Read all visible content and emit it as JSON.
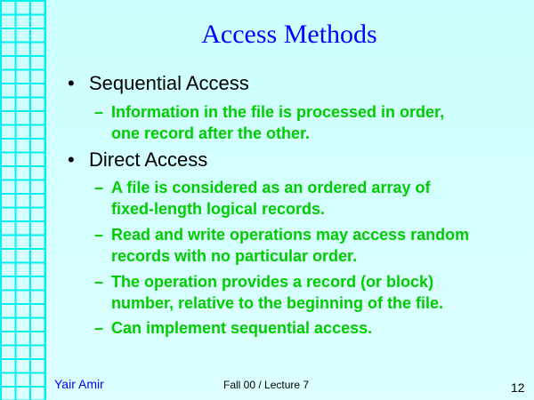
{
  "slide": {
    "title": "Access Methods",
    "bullets": [
      {
        "text": "Sequential Access",
        "sub": [
          [
            "Information in the file is processed in order,",
            "one record after the other."
          ]
        ]
      },
      {
        "text": "Direct Access",
        "sub": [
          [
            "A file is considered as an ordered array of",
            "fixed-length logical records."
          ],
          [
            "Read and write operations may access random",
            "records with no particular order."
          ],
          [
            "The operation provides a record (or block)",
            "number, relative to the beginning of the file."
          ],
          [
            "Can implement sequential access."
          ]
        ]
      }
    ],
    "bullet_glyph": "•",
    "dash_glyph": "–"
  },
  "footer": {
    "author": "Yair Amir",
    "course": "Fall 00 / Lecture 7",
    "page": "12"
  },
  "colors": {
    "title": "#0000FF",
    "sub": "#00CC00",
    "grid": "#00F0F0",
    "background": "#CCFFFF"
  }
}
